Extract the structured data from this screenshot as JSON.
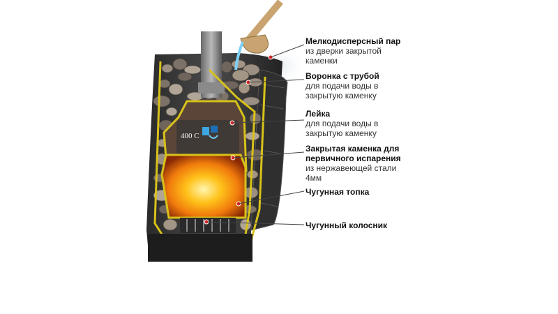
{
  "colors": {
    "frame": "#d8c21a",
    "leader": "#444444",
    "fire": "#f59a12",
    "stone": "#8f8376",
    "body": "#3a3a3a"
  },
  "temperature": "400 С",
  "labels": [
    {
      "id": "fine-steam",
      "head": "Мелкодисперсный пар",
      "desc": [
        "из дверки закрытой",
        "каменки"
      ]
    },
    {
      "id": "funnel",
      "head": "Воронка с трубой",
      "desc": [
        "для подачи воды в",
        "закрытую каменку"
      ]
    },
    {
      "id": "watering-can",
      "head": "Лейка",
      "desc": [
        "для подачи воды в",
        "закрытую каменку"
      ]
    },
    {
      "id": "closed-heater",
      "head": "Закрытая каменка для первичного испарения",
      "desc": [
        "из нержавеющей стали",
        "4мм"
      ]
    },
    {
      "id": "firebox",
      "head": "Чугунная топка",
      "desc": []
    },
    {
      "id": "grate",
      "head": "Чугунный колосник",
      "desc": []
    }
  ]
}
